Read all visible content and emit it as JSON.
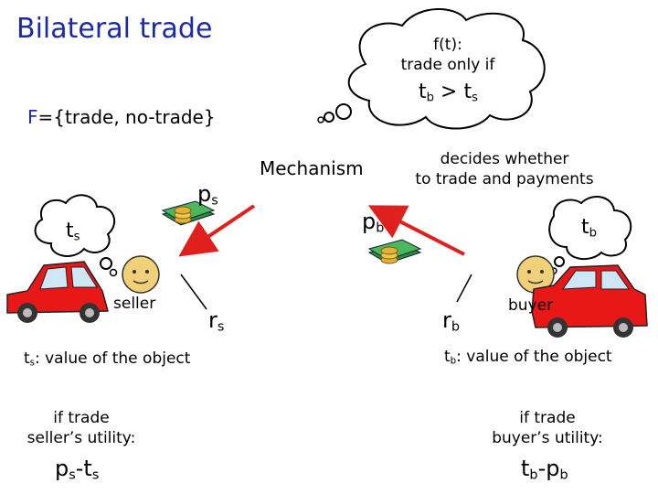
{
  "title": "Bilateral trade",
  "feasible_set": {
    "letter": "F",
    "rest": "={trade, no-trade}"
  },
  "thought_cloud": {
    "line1": "f(t):",
    "line2": "trade only if",
    "cond_tb": "t",
    "cond_b": "b",
    "cond_op": " > ",
    "cond_ts": "t",
    "cond_s": "s"
  },
  "mechanism": {
    "label": "Mechanism",
    "note_line1": "decides whether",
    "note_line2": "to trade and payments"
  },
  "seller": {
    "role": "seller",
    "type": "t",
    "type_sub": "s",
    "payment": "p",
    "payment_sub": "s",
    "report": "r",
    "report_sub": "s",
    "value_t": "t",
    "value_sub": "s",
    "value_text": ": value of the object",
    "utility_line1": "if trade",
    "utility_line2": "seller’s utility:",
    "utility_p": "p",
    "utility_p_sub": "s",
    "utility_minus": "-",
    "utility_t": "t",
    "utility_t_sub": "s"
  },
  "buyer": {
    "role": "buyer",
    "type": "t",
    "type_sub": "b",
    "payment": "p",
    "payment_sub": "b",
    "report": "r",
    "report_sub": "b",
    "value_t": "t",
    "value_sub": "b",
    "value_text": ": value of the object",
    "utility_line1": "if trade",
    "utility_line2": "buyer’s utility:",
    "utility_t": "t",
    "utility_t_sub": "b",
    "utility_minus": "-",
    "utility_p": "p",
    "utility_p_sub": "b"
  },
  "colors": {
    "title": "#1c2aa8",
    "arrow": "#e0201c",
    "car": "#e81818",
    "money": "#3aa84a",
    "coin": "#e2b238",
    "face": "#f0d078"
  },
  "icons": [
    "thought-cloud",
    "small-cloud-left",
    "small-cloud-right",
    "car",
    "face",
    "money-stack"
  ]
}
